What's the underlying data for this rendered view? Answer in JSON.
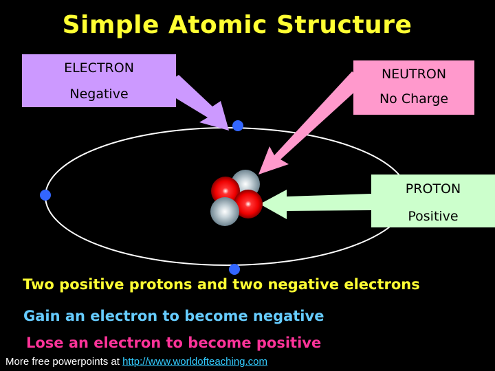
{
  "slide": {
    "title": "Simple Atomic Structure"
  },
  "labels": {
    "electron": {
      "name": "ELECTRON",
      "charge": "Negative"
    },
    "neutron": {
      "name": "NEUTRON",
      "charge": "No Charge"
    },
    "proton": {
      "name": "PROTON",
      "charge": "Positive"
    }
  },
  "bullets": [
    {
      "text": "Two positive protons and two negative electrons"
    },
    {
      "text": "Gain an electron to become negative"
    },
    {
      "text": "Lose an electron to become positive"
    }
  ],
  "footer": {
    "prefix": "More free powerpoints at ",
    "link_text": "http://www.worldofteaching.com"
  },
  "colors": {
    "background": "#000000",
    "title": "#ffff33",
    "electron": "#3366ff",
    "proton": "#ff0000",
    "neutron": "#aab8c0",
    "electron_box": "#cc99ff",
    "neutron_box": "#ff99cc",
    "proton_box": "#ccffcc",
    "bullet_1": "#ffff33",
    "bullet_2": "#66ccff",
    "bullet_3": "#ff3399"
  }
}
